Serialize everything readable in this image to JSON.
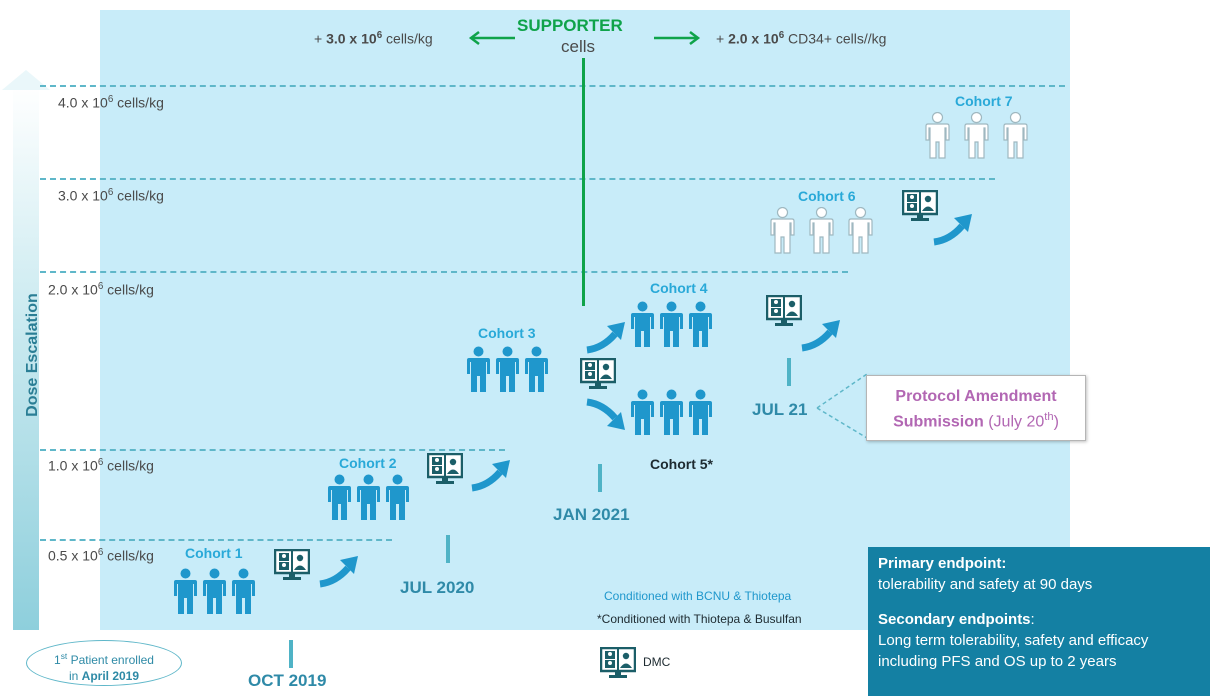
{
  "supporter": {
    "title": "SUPPORTER",
    "subtitle": "cells",
    "left": {
      "prefix": "+ ",
      "value": "3.0 x 10",
      "exp": "6",
      "unit": " cells/kg"
    },
    "right": {
      "prefix": "+ ",
      "value": "2.0 x 10",
      "exp": "6",
      "unit": " CD34+ cells//kg"
    }
  },
  "yaxis_label": "Dose Escalation",
  "dose_levels": [
    {
      "base": "4.0 x 10",
      "exp": "6",
      "unit": " cells/kg"
    },
    {
      "base": "3.0 x 10",
      "exp": "6",
      "unit": " cells/kg"
    },
    {
      "base": "2.0 x 10",
      "exp": "6",
      "unit": " cells/kg"
    },
    {
      "base": "1.0 x 10",
      "exp": "6",
      "unit": " cells/kg"
    },
    {
      "base": "0.5 x 10",
      "exp": "6",
      "unit": " cells/kg"
    }
  ],
  "cohorts": [
    "Cohort 1",
    "Cohort 2",
    "Cohort 3",
    "Cohort 4",
    "Cohort 5*",
    "Cohort 6",
    "Cohort 7"
  ],
  "dates": [
    "OCT 2019",
    "JUL 2020",
    "JAN 2021",
    "JUL 21"
  ],
  "first_patient": {
    "sup": "st",
    "line1_pre": "1",
    "line1_post": " Patient enrolled",
    "line2_pre": "in ",
    "line2_bold": "April 2019"
  },
  "legend": {
    "conditioned1": "Conditioned with BCNU & Thiotepa",
    "conditioned2": "*Conditioned with Thiotepa & Busulfan",
    "dmc": "DMC"
  },
  "protocol": {
    "bold": "Protocol Amendment Submission",
    "date_pre": " (July 20",
    "date_sup": "th",
    "date_post": ")"
  },
  "endpoints": {
    "primary_title": "Primary endpoint:",
    "primary_text": "tolerability and safety at 90 days",
    "secondary_title": "Secondary endpoints",
    "secondary_colon": ":",
    "secondary_text": "Long term tolerability, safety and efficacy including PFS and OS up to 2 years"
  },
  "colors": {
    "panel": "#c8ecf9",
    "person": "#1f97cc",
    "person_future": "#ffffff",
    "dmc": "#1b5e68",
    "arrow": "#1f97cc",
    "green": "#0fa34a",
    "endpoint_box": "#1480a3"
  }
}
